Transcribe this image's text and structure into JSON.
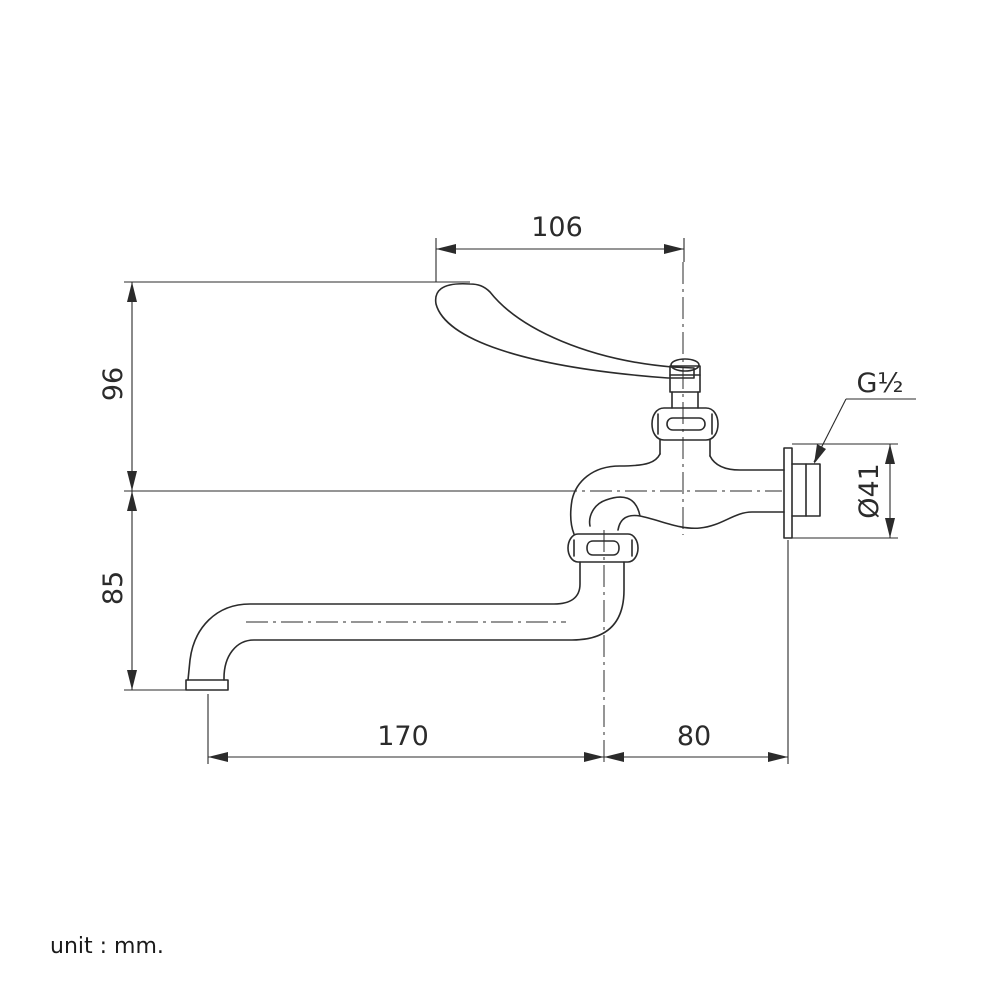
{
  "dimensions": {
    "lever_length": "106",
    "lever_height": "96",
    "spout_drop": "85",
    "spout_reach": "170",
    "body_depth": "80",
    "flange_diameter": "Ø41",
    "thread_size": "G½"
  },
  "unit_note": "unit : mm."
}
